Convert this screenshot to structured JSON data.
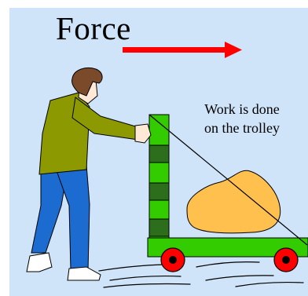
{
  "title": "Force",
  "caption": {
    "line1": "Work is done",
    "line2": "on the trolley"
  },
  "colors": {
    "background": "#cfe4f9",
    "arrow": "#ff0000",
    "trolley": "#33cc00",
    "trolley_dark_blocks": "#2c6e1c",
    "wheel": "#ff0000",
    "load": "#ffc04d",
    "shirt": "#8c9900",
    "trousers": "#1c6bd1",
    "hair": "#7a4a2a",
    "skin": "#ffe8d6"
  }
}
